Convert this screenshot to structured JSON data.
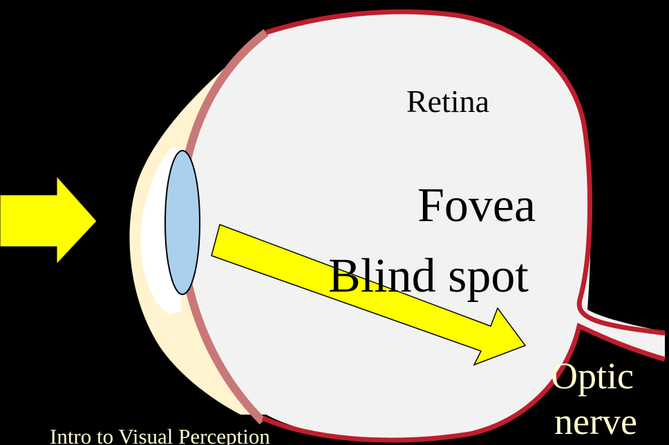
{
  "slide": {
    "background_color": "#000000",
    "footer_text": "Intro to Visual Perception"
  },
  "diagram": {
    "labels": {
      "retina": "Retina",
      "fovea": "Fovea",
      "blind_spot": "Blind spot",
      "optic_nerve_line1": "Optic",
      "optic_nerve_line2": "nerve"
    },
    "colors": {
      "sclera": "#F2F2F2",
      "retina": "#BE1E2D",
      "choroid": "#C87878",
      "cornea": "#FFF3D0",
      "anterior_chamber": "#FFFFFF",
      "lens": "#A9D0EC",
      "light_arrow": "#FFFF00",
      "dark_text": "#000000",
      "light_text": "#FFFFCC"
    },
    "icons": {
      "incoming_light": "arrow-right-icon",
      "light_ray": "arrow-diagonal-icon"
    }
  }
}
